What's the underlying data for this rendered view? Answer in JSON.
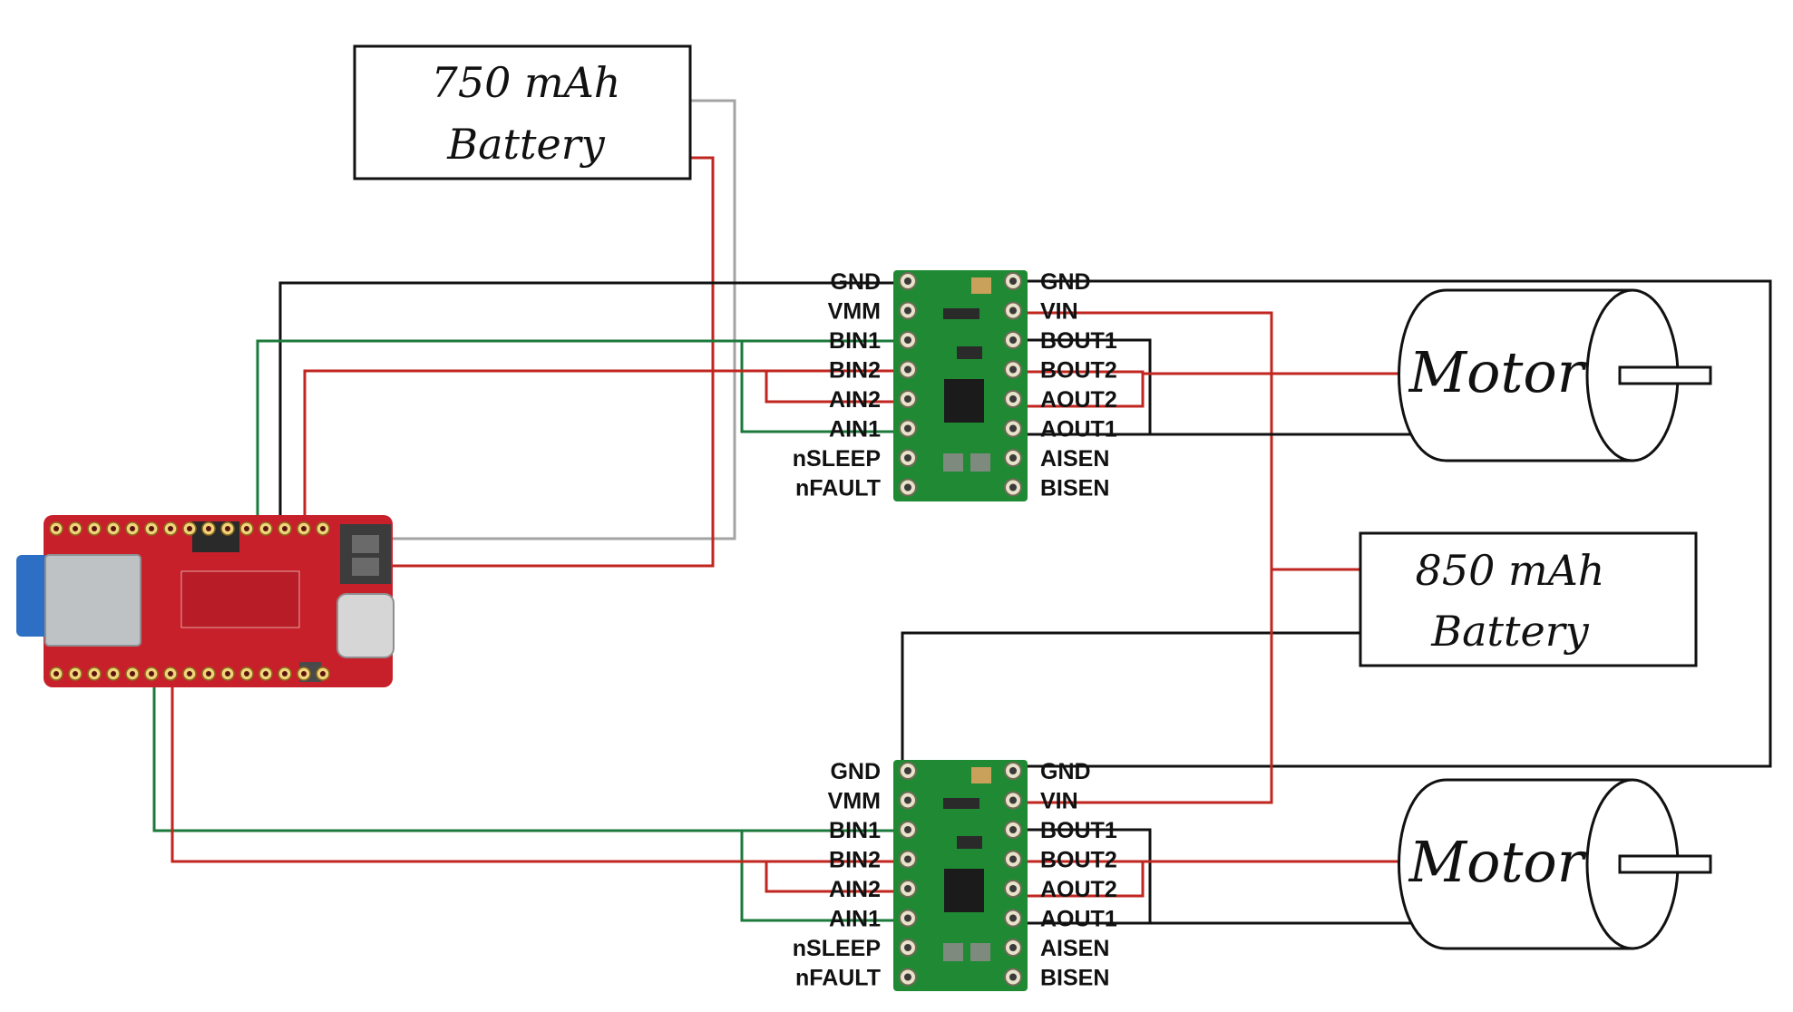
{
  "batteries": {
    "top": {
      "line1": "750 mAh",
      "line2": "Battery"
    },
    "right": {
      "line1": "850 mAh",
      "line2": "Battery"
    }
  },
  "motors": {
    "top": {
      "label": "Motor"
    },
    "bottom": {
      "label": "Motor"
    }
  },
  "driver_left_pins": [
    "GND",
    "VMM",
    "BIN1",
    "BIN2",
    "AIN2",
    "AIN1",
    "nSLEEP",
    "nFAULT"
  ],
  "driver_right_pins": [
    "GND",
    "VIN",
    "BOUT1",
    "BOUT2",
    "AOUT2",
    "AOUT1",
    "AISEN",
    "BISEN"
  ],
  "colors": {
    "ground_wire": "#111111",
    "power_wire": "#c0261f",
    "signal_wire": "#1b7a3b",
    "battery_ground_wire": "#a3a3a3",
    "driver_board": "#1f8a33",
    "microcontroller_board": "#c8202b"
  }
}
